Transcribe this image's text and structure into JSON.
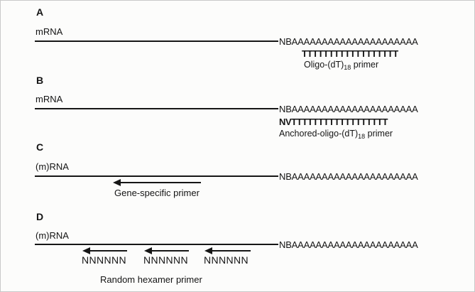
{
  "figure": {
    "background": "#fcfcfb",
    "ink": "#161616",
    "description_visible_text_only": true
  },
  "panels": [
    {
      "label": "A",
      "rna_label": "mRNA",
      "tail": "NBAAAAAAAAAAAAAAAAAAAAA",
      "primer_seq": "TTTTTTTTTTTTTTTTTT",
      "primer_name_pre": "Oligo-(dT)",
      "primer_name_sub": "18",
      "primer_name_post": " primer"
    },
    {
      "label": "B",
      "rna_label": "mRNA",
      "tail": "NBAAAAAAAAAAAAAAAAAAAAA",
      "primer_seq": "NVTTTTTTTTTTTTTTTTTT",
      "primer_name_pre": "Anchored-oligo-(dT)",
      "primer_name_sub": "18",
      "primer_name_post": " primer"
    },
    {
      "label": "C",
      "rna_label": "(m)RNA",
      "tail": "NBAAAAAAAAAAAAAAAAAAAAA",
      "primer_name": "Gene-specific primer"
    },
    {
      "label": "D",
      "rna_label": "(m)RNA",
      "tail": "NBAAAAAAAAAAAAAAAAAAAAA",
      "hexamers": [
        "NNNNNN",
        "NNNNNN",
        "NNNNNN"
      ],
      "primer_name": "Random hexamer primer"
    }
  ]
}
